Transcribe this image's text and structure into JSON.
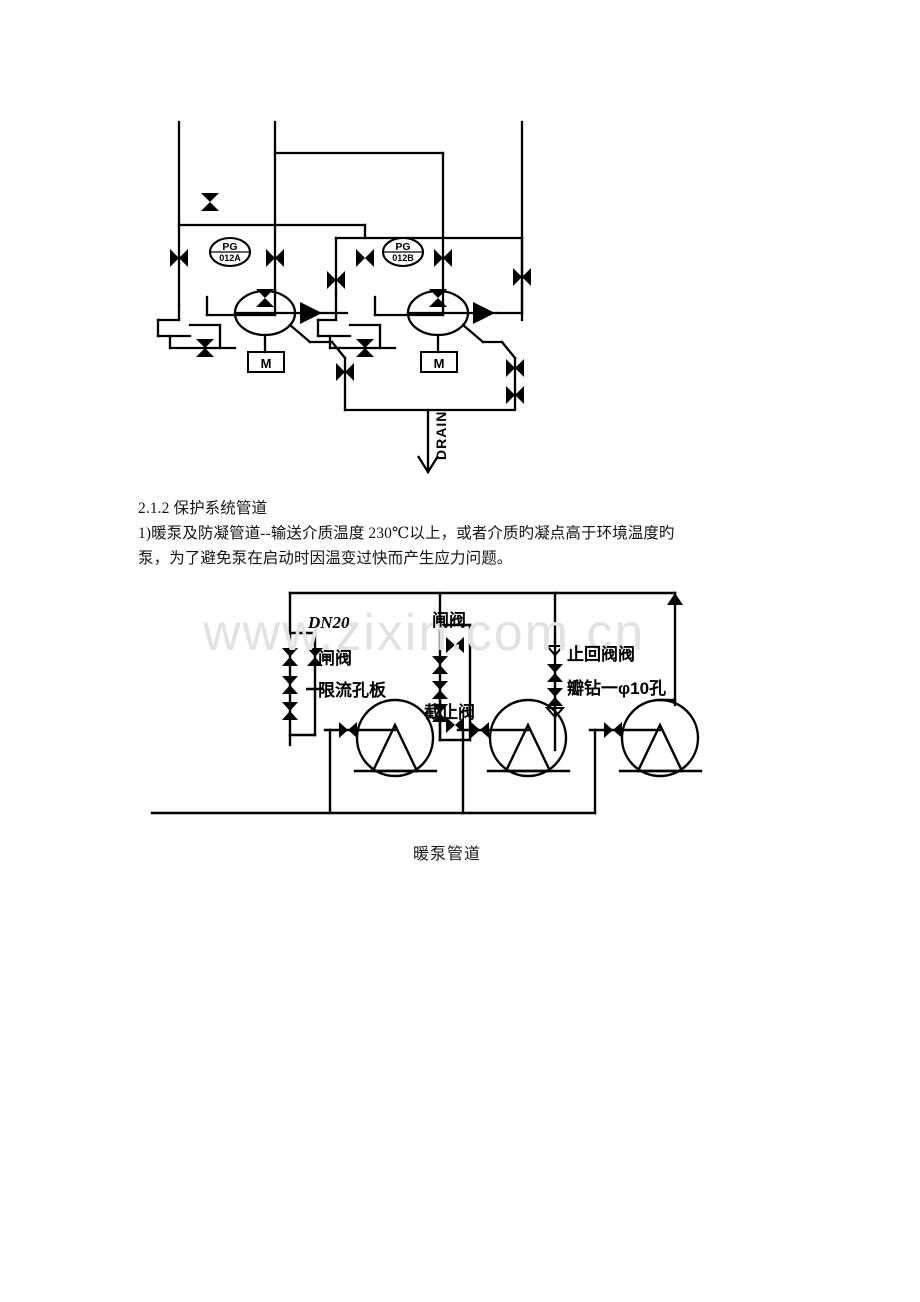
{
  "document": {
    "page_background": "#ffffff",
    "ink_color": "#000000"
  },
  "watermark": {
    "text": "www.zixin.com.cn",
    "color": "#e2e2e2"
  },
  "figure_top": {
    "name": "pump-system-piping-diagram",
    "instruments": [
      {
        "tag_top": "PG",
        "tag_bottom": "012A"
      },
      {
        "tag_top": "PG",
        "tag_bottom": "012B"
      }
    ],
    "motors": [
      {
        "label": "M"
      },
      {
        "label": "M"
      }
    ],
    "drain_label": "DRAIN"
  },
  "body_text": {
    "heading": "2.1.2 保护系统管道",
    "paragraph_lines": [
      "1)暖泵及防凝管道--输送介质温度 230℃以上，或者介质旳凝点高于环境温度旳",
      "泵，为了避免泵在启动时因温变过快而产生应力问题。"
    ]
  },
  "figure_bottom": {
    "name": "warm-pump-piping-diagram",
    "caption": "暖泵管道",
    "labels": [
      {
        "id": "dn20",
        "text": "DN20"
      },
      {
        "id": "gate-valve-1",
        "text": "闸阀"
      },
      {
        "id": "orifice-plate",
        "text": "限流孔板"
      },
      {
        "id": "gate-valve-2",
        "text": "闸阀"
      },
      {
        "id": "globe-valve",
        "text": "截止阀"
      },
      {
        "id": "check-valve",
        "text": "止回阀阀"
      },
      {
        "id": "drilled-hole",
        "text": "瓣钻一φ10孔"
      }
    ]
  }
}
